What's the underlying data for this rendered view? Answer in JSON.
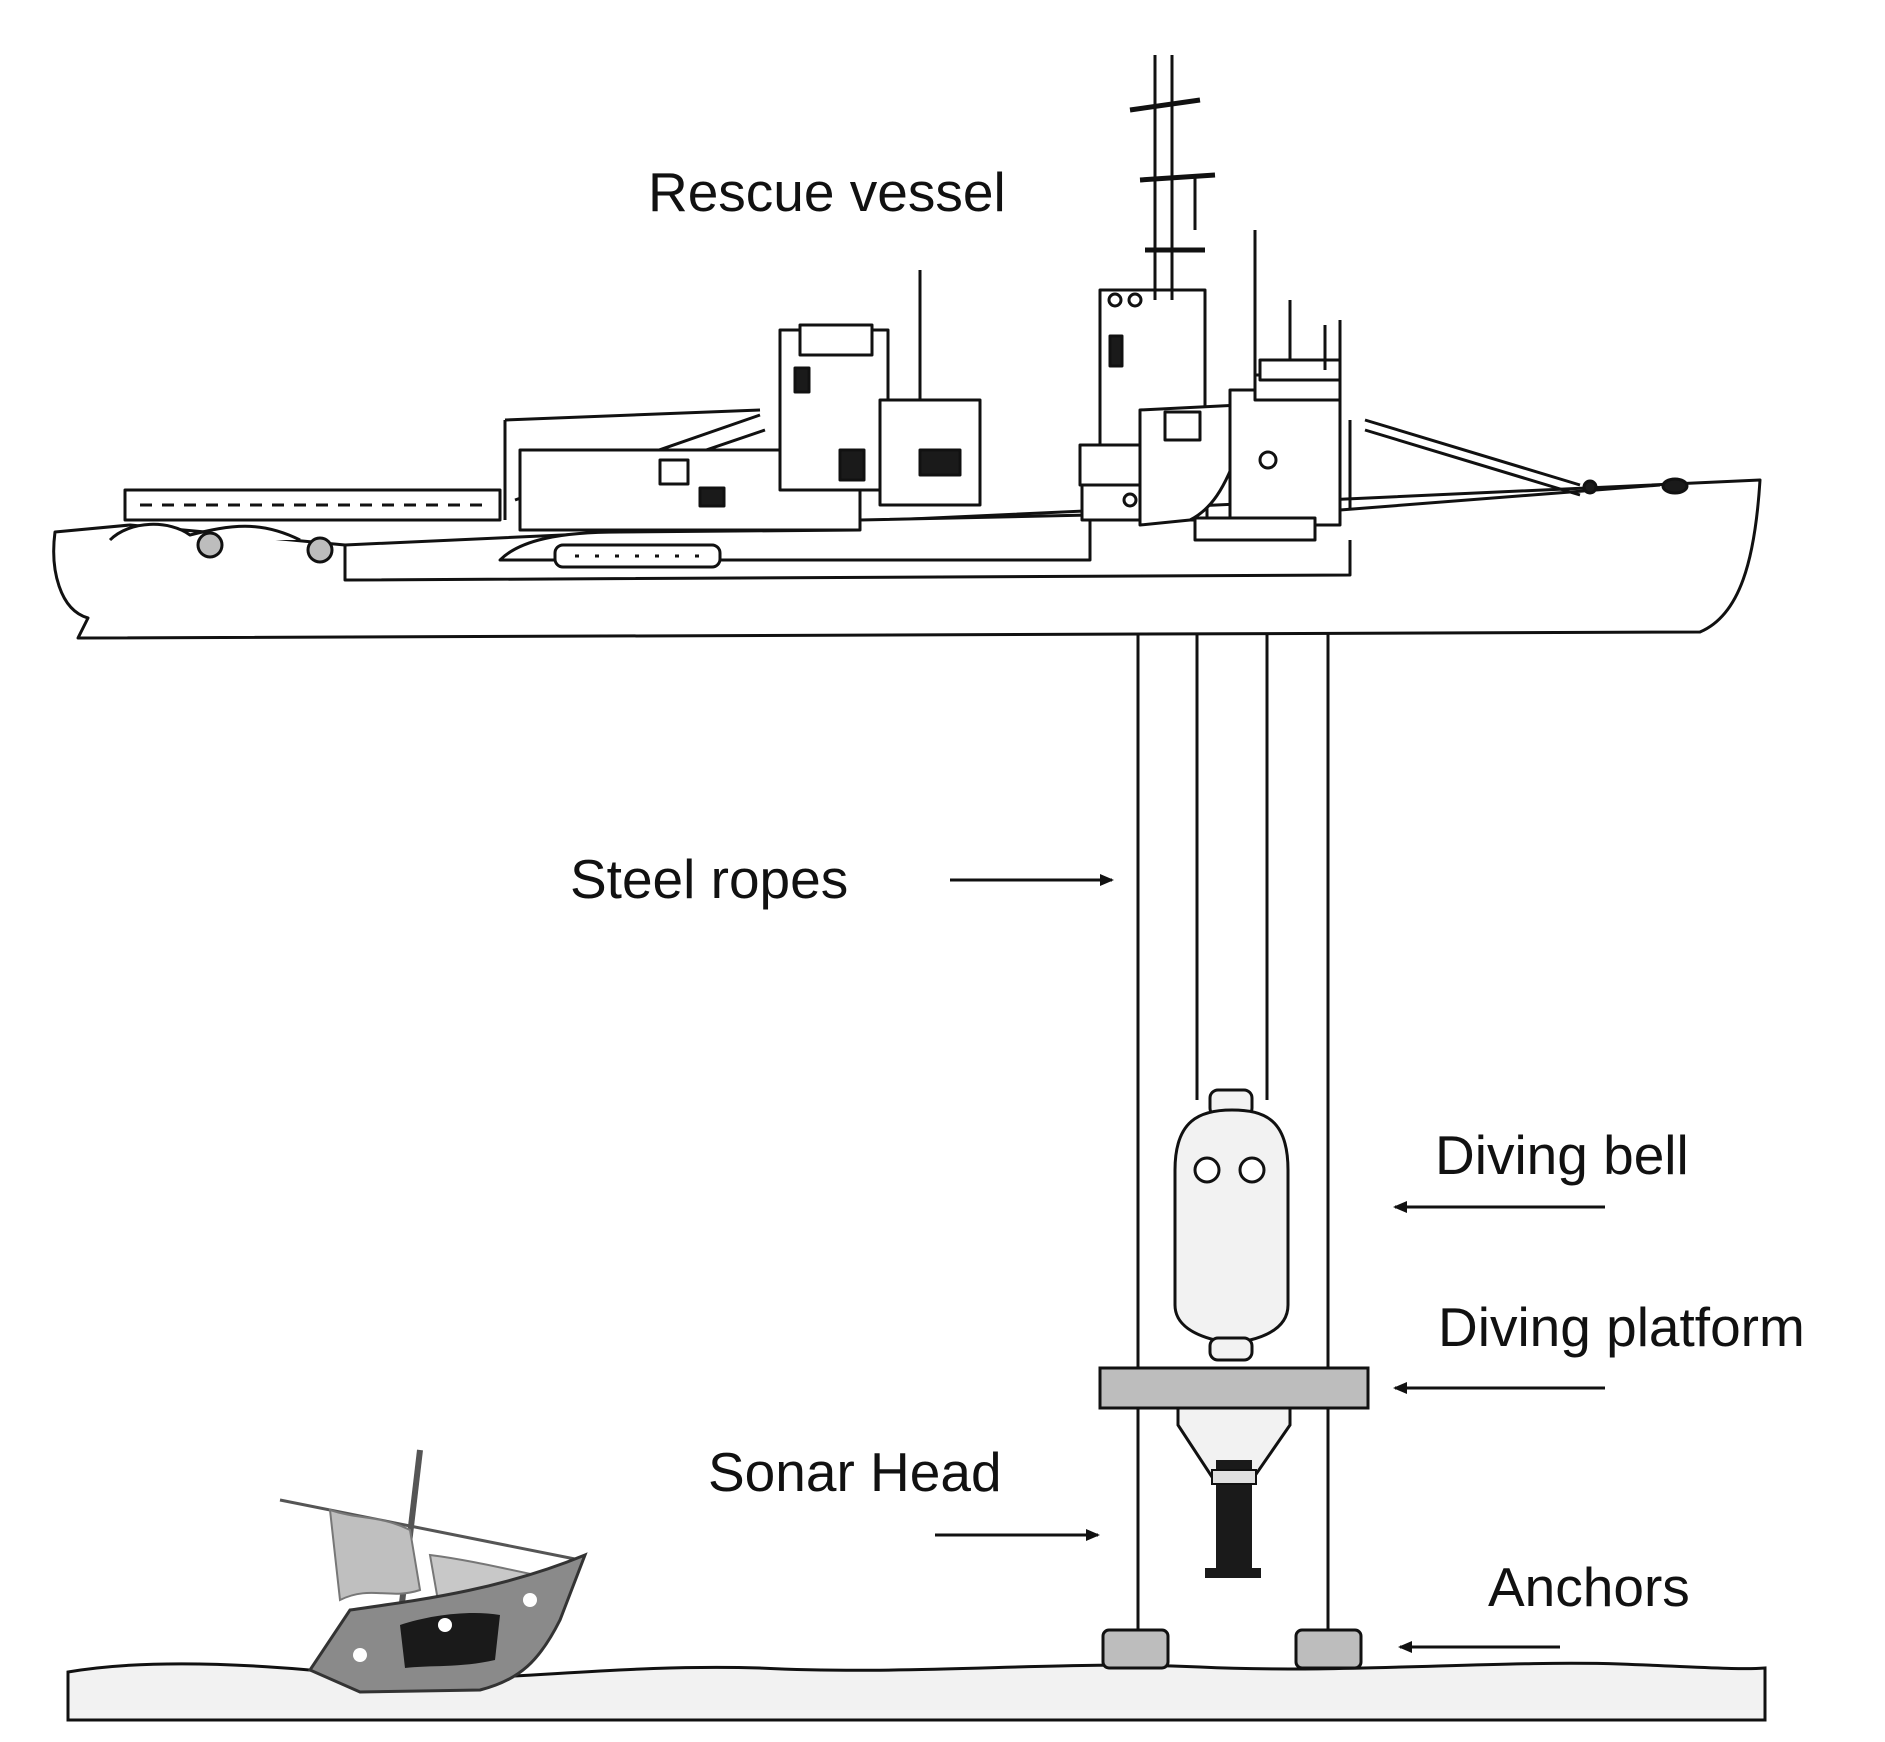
{
  "labels": {
    "rescue_vessel": "Rescue vessel",
    "steel_ropes": "Steel ropes",
    "diving_bell": "Diving bell",
    "diving_platform": "Diving platform",
    "sonar_head": "Sonar Head",
    "anchors": "Anchors"
  },
  "colors": {
    "line": "#111111",
    "fill_light": "#f2f2f2",
    "fill_gray": "#bdbdbd",
    "fill_dark": "#1a1a1a"
  }
}
